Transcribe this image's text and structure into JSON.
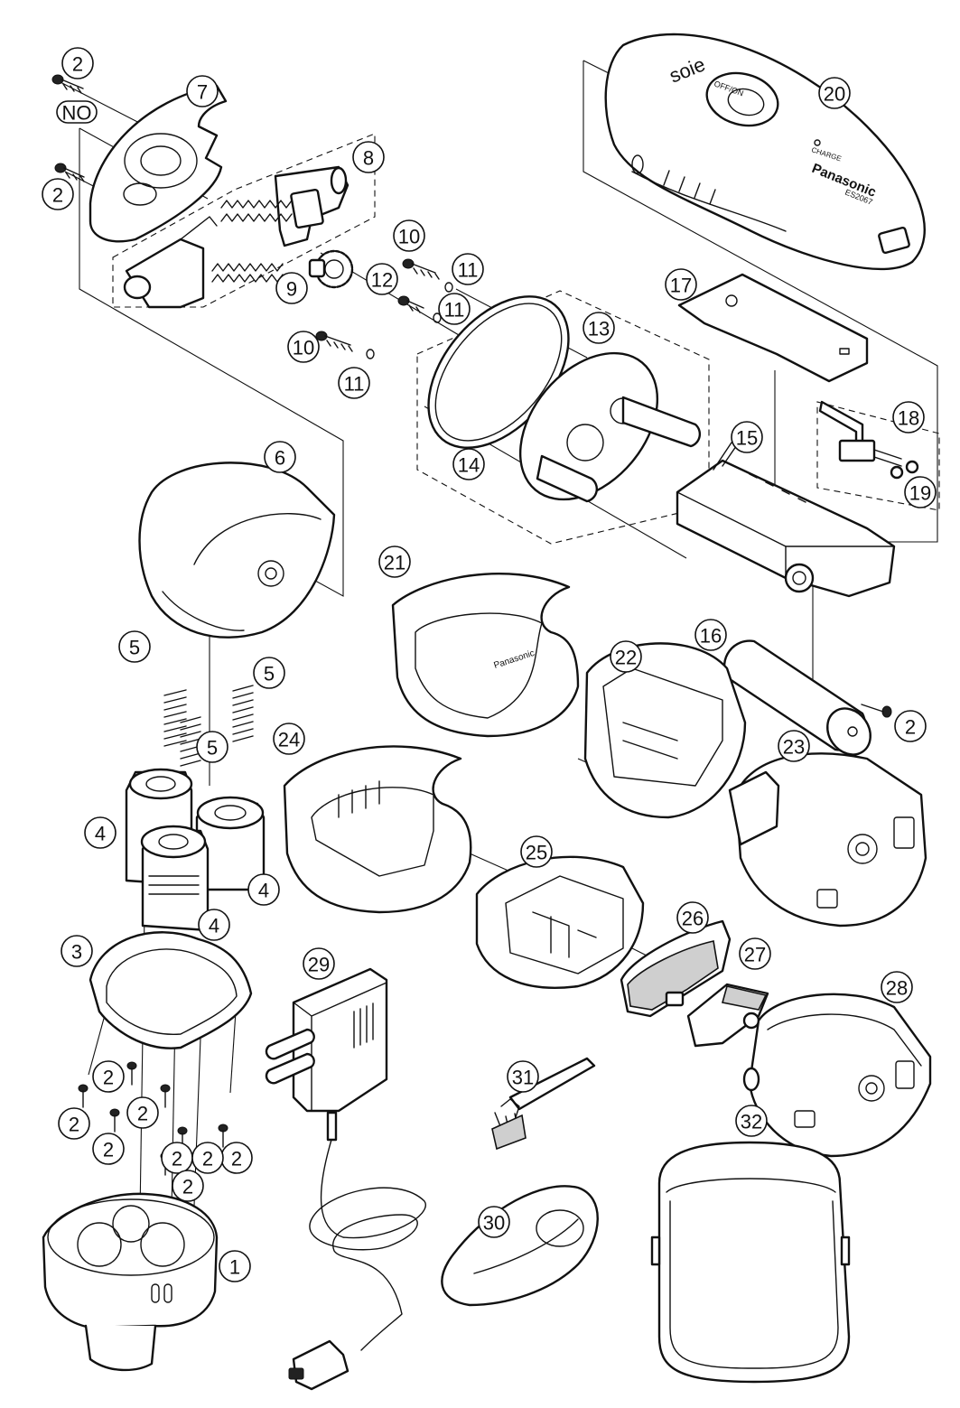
{
  "callouts": [
    {
      "id": "c2a",
      "label": "2"
    },
    {
      "id": "c7",
      "label": "7"
    },
    {
      "id": "cno",
      "label": "NO"
    },
    {
      "id": "c2b",
      "label": "2"
    },
    {
      "id": "c8",
      "label": "8"
    },
    {
      "id": "c10a",
      "label": "10"
    },
    {
      "id": "c11a",
      "label": "11"
    },
    {
      "id": "c9",
      "label": "9"
    },
    {
      "id": "c12",
      "label": "12"
    },
    {
      "id": "c11b",
      "label": "11"
    },
    {
      "id": "c13",
      "label": "13"
    },
    {
      "id": "c10b",
      "label": "10"
    },
    {
      "id": "c11c",
      "label": "11"
    },
    {
      "id": "c14",
      "label": "14"
    },
    {
      "id": "c20",
      "label": "20"
    },
    {
      "id": "c17",
      "label": "17"
    },
    {
      "id": "c18",
      "label": "18"
    },
    {
      "id": "c15",
      "label": "15"
    },
    {
      "id": "c19",
      "label": "19"
    },
    {
      "id": "c6",
      "label": "6"
    },
    {
      "id": "c21",
      "label": "21"
    },
    {
      "id": "c16",
      "label": "16"
    },
    {
      "id": "c2c",
      "label": "2"
    },
    {
      "id": "c22",
      "label": "22"
    },
    {
      "id": "c5a",
      "label": "5"
    },
    {
      "id": "c5b",
      "label": "5"
    },
    {
      "id": "c5c",
      "label": "5"
    },
    {
      "id": "c24",
      "label": "24"
    },
    {
      "id": "c23",
      "label": "23"
    },
    {
      "id": "c4a",
      "label": "4"
    },
    {
      "id": "c4b",
      "label": "4"
    },
    {
      "id": "c4c",
      "label": "4"
    },
    {
      "id": "c25",
      "label": "25"
    },
    {
      "id": "c26",
      "label": "26"
    },
    {
      "id": "c3",
      "label": "3"
    },
    {
      "id": "c29",
      "label": "29"
    },
    {
      "id": "c27",
      "label": "27"
    },
    {
      "id": "c28",
      "label": "28"
    },
    {
      "id": "c2d",
      "label": "2"
    },
    {
      "id": "c2e",
      "label": "2"
    },
    {
      "id": "c2f",
      "label": "2"
    },
    {
      "id": "c2g",
      "label": "2"
    },
    {
      "id": "c2h",
      "label": "2"
    },
    {
      "id": "c2i",
      "label": "2"
    },
    {
      "id": "c2j",
      "label": "2"
    },
    {
      "id": "c2k",
      "label": "2"
    },
    {
      "id": "c31",
      "label": "31"
    },
    {
      "id": "c32",
      "label": "32"
    },
    {
      "id": "c30",
      "label": "30"
    },
    {
      "id": "c1",
      "label": "1"
    }
  ],
  "product": {
    "logo": "soie",
    "button_label": "OFF/ON",
    "indicator_label": "CHARGE",
    "brand": "Panasonic",
    "model": "ES2067",
    "stand_brand": "Panasonic"
  }
}
